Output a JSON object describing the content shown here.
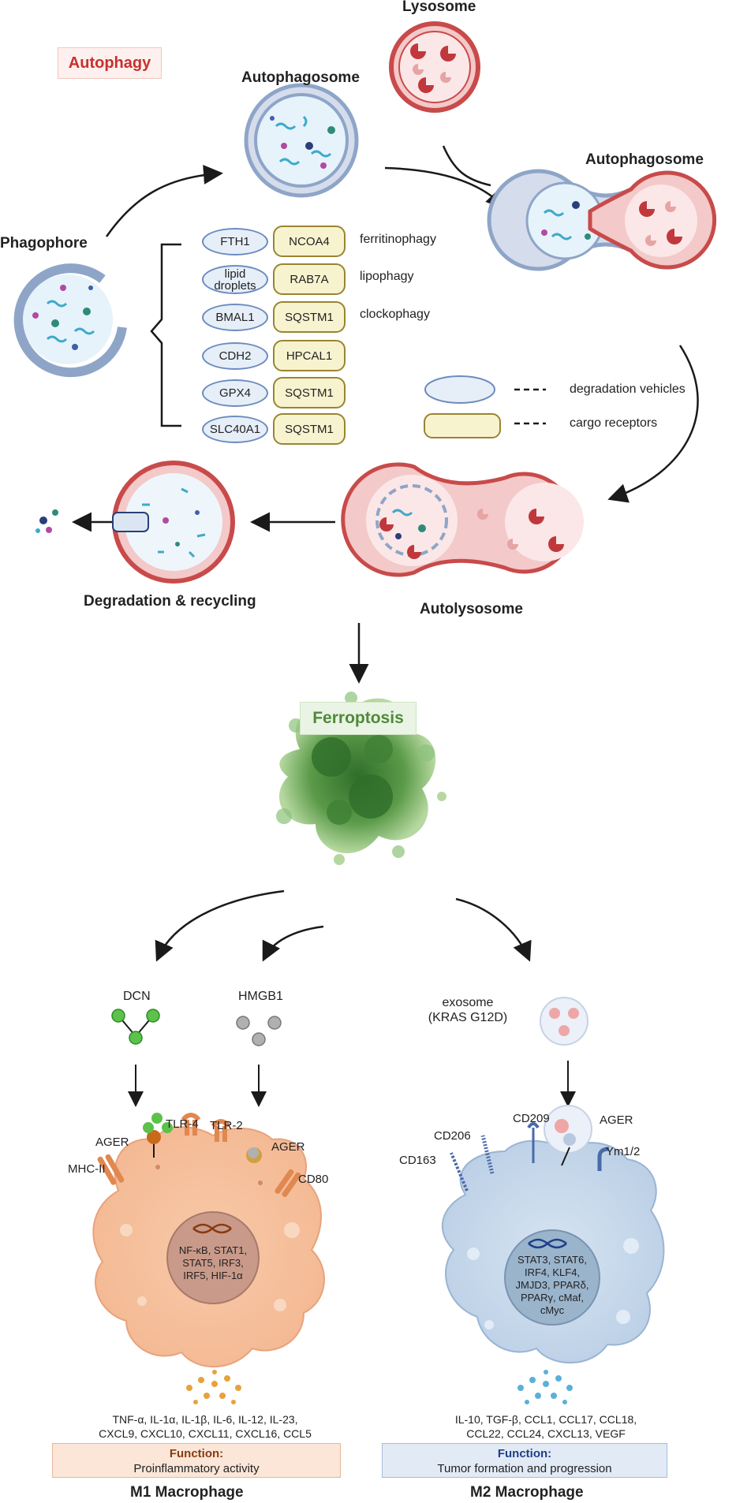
{
  "autophagy": {
    "section_label": "Autophagy",
    "lysosome": "Lysosome",
    "autophagosome_top": "Autophagosome",
    "autophagosome_right": "Autophagosome",
    "phagophore": "Phagophore",
    "autolysosome": "Autolysosome",
    "degradation": "Degradation & recycling",
    "pairs": [
      {
        "vehicle": "FTH1",
        "receptor": "NCOA4",
        "type": "ferritinophagy"
      },
      {
        "vehicle": "lipid droplets",
        "receptor": "RAB7A",
        "type": "lipophagy"
      },
      {
        "vehicle": "BMAL1",
        "receptor": "SQSTM1",
        "type": "clockophagy"
      },
      {
        "vehicle": "CDH2",
        "receptor": "HPCAL1",
        "type": ""
      },
      {
        "vehicle": "GPX4",
        "receptor": "SQSTM1",
        "type": ""
      },
      {
        "vehicle": "SLC40A1",
        "receptor": "SQSTM1",
        "type": ""
      }
    ],
    "legend": {
      "vehicles": "degradation vehicles",
      "receptors": "cargo receptors"
    }
  },
  "ferroptosis": {
    "label": "Ferroptosis"
  },
  "m1": {
    "signal1": "DCN",
    "signal2": "HMGB1",
    "receptors": {
      "ager_left": "AGER",
      "tlr4": "TLR-4",
      "tlr2": "TLR-2",
      "ager_right": "AGER",
      "mhc": "MHC-II",
      "cd80": "CD80"
    },
    "nucleus_lines": [
      "NF-κB, STAT1,",
      "STAT5, IRF3,",
      "IRF5, HIF-1α"
    ],
    "secreted_lines": [
      "TNF-α, IL-1α, IL-1β, IL-6, IL-12, IL-23,",
      "CXCL9, CXCL10, CXCL11, CXCL16, CCL5"
    ],
    "function_title": "Function:",
    "function_text": "Proinflammatory activity",
    "name": "M1 Macrophage"
  },
  "m2": {
    "exosome_lines": [
      "exosome",
      "(KRAS G12D)"
    ],
    "receptors": {
      "cd209": "CD209",
      "cd206": "CD206",
      "cd163": "CD163",
      "ager": "AGER",
      "ym": "Ym1/2"
    },
    "nucleus_lines": [
      "STAT3, STAT6,",
      "IRF4, KLF4,",
      "JMJD3, PPARδ,",
      "PPARγ, cMaf,",
      "cMyc"
    ],
    "secreted_lines": [
      "IL-10, TGF-β, CCL1, CCL17, CCL18,",
      "CCL22, CCL24, CXCL13, VEGF"
    ],
    "function_title": "Function:",
    "function_text": "Tumor formation and progression",
    "name": "M2 Macrophage"
  },
  "colors": {
    "autophagy_label": "#c8302c",
    "ferroptosis_label": "#4f8a3a",
    "m1_function_title": "#8a3a10",
    "m2_function_title": "#1e3f8a",
    "lysosome_red": "#c94a4a",
    "vesicle_blue": "#8ea5c8"
  },
  "icons": [
    "phagophore-icon",
    "autophagosome-icon",
    "lysosome-icon",
    "autolysosome-icon",
    "ferroptosis-cell-icon",
    "dna-icon",
    "exosome-icon",
    "macrophage-m1-icon",
    "macrophage-m2-icon"
  ]
}
